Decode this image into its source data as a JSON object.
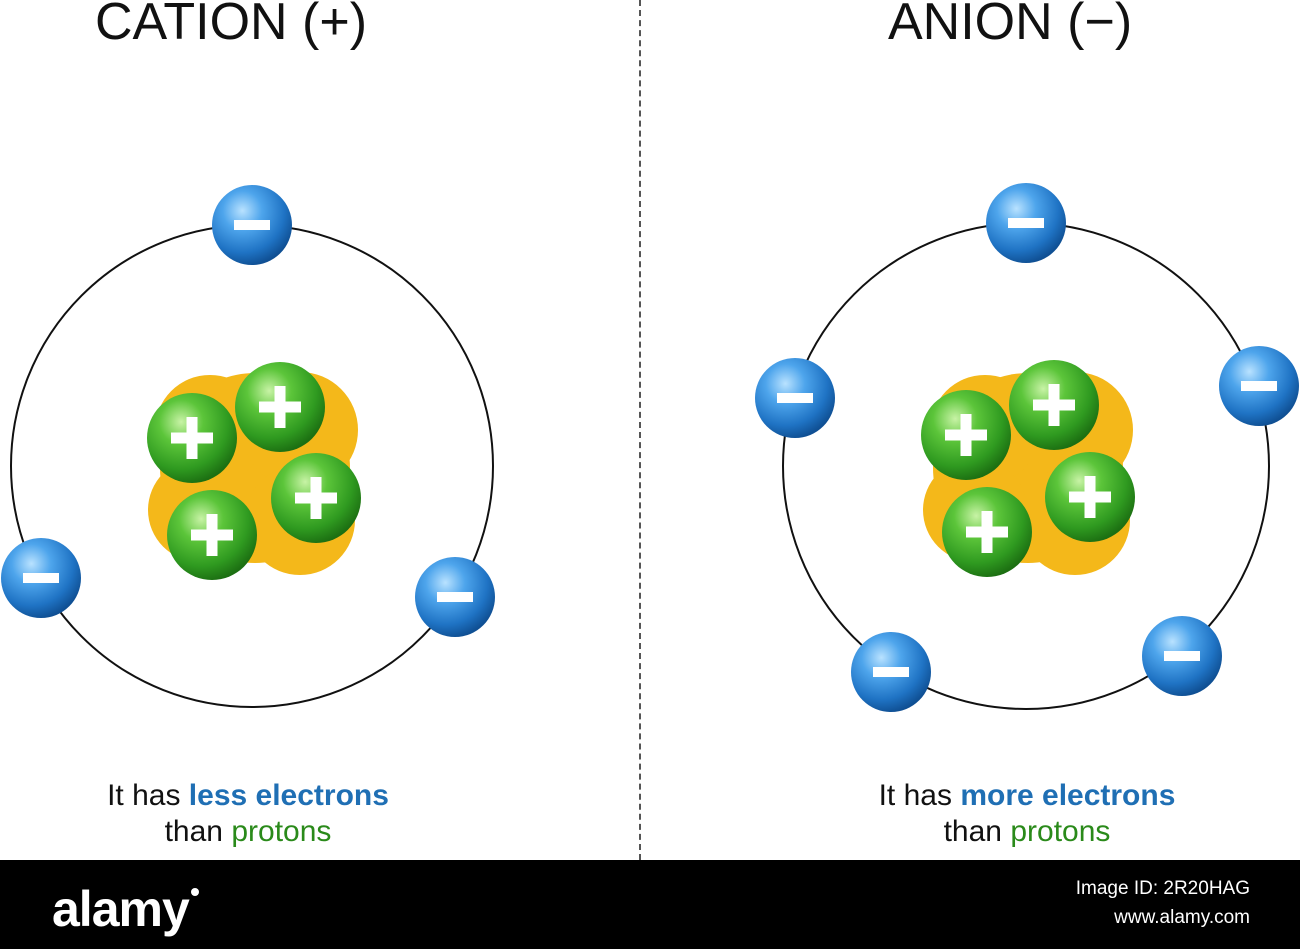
{
  "cation": {
    "title": "CATION (+)",
    "caption_prefix": "It has ",
    "caption_emphasis": "less electrons",
    "caption_line2_prefix": "than ",
    "caption_line2_emphasis": "protons"
  },
  "anion": {
    "title": "ANION (−)",
    "caption_prefix": "It has ",
    "caption_emphasis": "more electrons",
    "caption_line2_prefix": "than ",
    "caption_line2_emphasis": "protons"
  },
  "colors": {
    "electron": "#2b86d6",
    "proton": "#3fae29",
    "nucleus_glow": "#f4b81a",
    "electron_text": "#1f6fb4",
    "proton_text": "#2a8a1a"
  },
  "footer": {
    "logo": "alamy",
    "image_id": "Image ID: 2R20HAG",
    "site": "www.alamy.com"
  }
}
